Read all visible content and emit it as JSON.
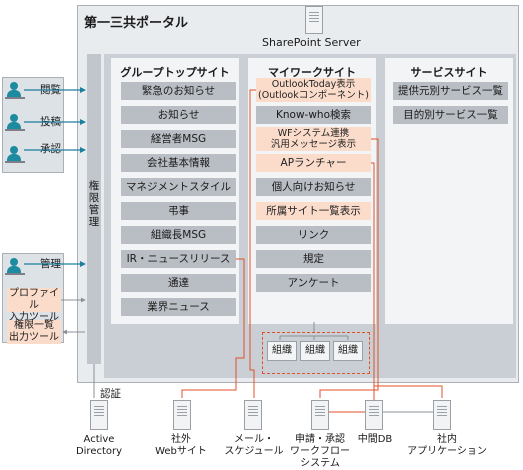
{
  "portal": {
    "title": "第一三共ポータル",
    "server": "SharePoint Server"
  },
  "auth": {
    "bar_label": "権限管理",
    "bottom_label": "認証"
  },
  "users": [
    {
      "label": "閲覧"
    },
    {
      "label": "投稿"
    },
    {
      "label": "承認"
    },
    {
      "label": "管理"
    }
  ],
  "tools": [
    {
      "label": "プロファイル\n入力ツール"
    },
    {
      "label": "権限一覧\n出力ツール"
    }
  ],
  "columns": {
    "group": {
      "title": "グループトップサイト",
      "items": [
        "緊急のお知らせ",
        "お知らせ",
        "経営者MSG",
        "会社基本情報",
        "マネジメントスタイル",
        "弔事",
        "組織長MSG",
        "IR・ニュースリリース",
        "通達",
        "業界ニュース"
      ]
    },
    "mywork": {
      "title": "マイワークサイト",
      "items": [
        {
          "label": "OutlookToday表示\n(Outlookコンポーネント)",
          "highlight": true
        },
        {
          "label": "Know-who検索",
          "highlight": false
        },
        {
          "label": "WFシステム連携\n汎用メッセージ表示",
          "highlight": true
        },
        {
          "label": "APランチャー",
          "highlight": true
        },
        {
          "label": "個人向けお知らせ",
          "highlight": false
        },
        {
          "label": "所属サイト一覧表示",
          "highlight": true
        },
        {
          "label": "リンク",
          "highlight": false
        },
        {
          "label": "規定",
          "highlight": false
        },
        {
          "label": "アンケート",
          "highlight": false
        }
      ],
      "orgs": [
        "組織",
        "組織",
        "組織"
      ]
    },
    "service": {
      "title": "サービスサイト",
      "items": [
        "提供元別サービス一覧",
        "目的別サービス一覧"
      ]
    }
  },
  "systems": [
    {
      "label": "Active\nDirectory"
    },
    {
      "label": "社外\nWebサイト"
    },
    {
      "label": "メール・\nスケジュール"
    },
    {
      "label": "申請・承認\nワークフロー\nシステム"
    },
    {
      "label": "中間DB"
    },
    {
      "label": "社内\nアプリケーション"
    }
  ],
  "colors": {
    "accent": "#e0522a",
    "arrow": "#1d7fa0",
    "highlight": "#fbdccb"
  }
}
